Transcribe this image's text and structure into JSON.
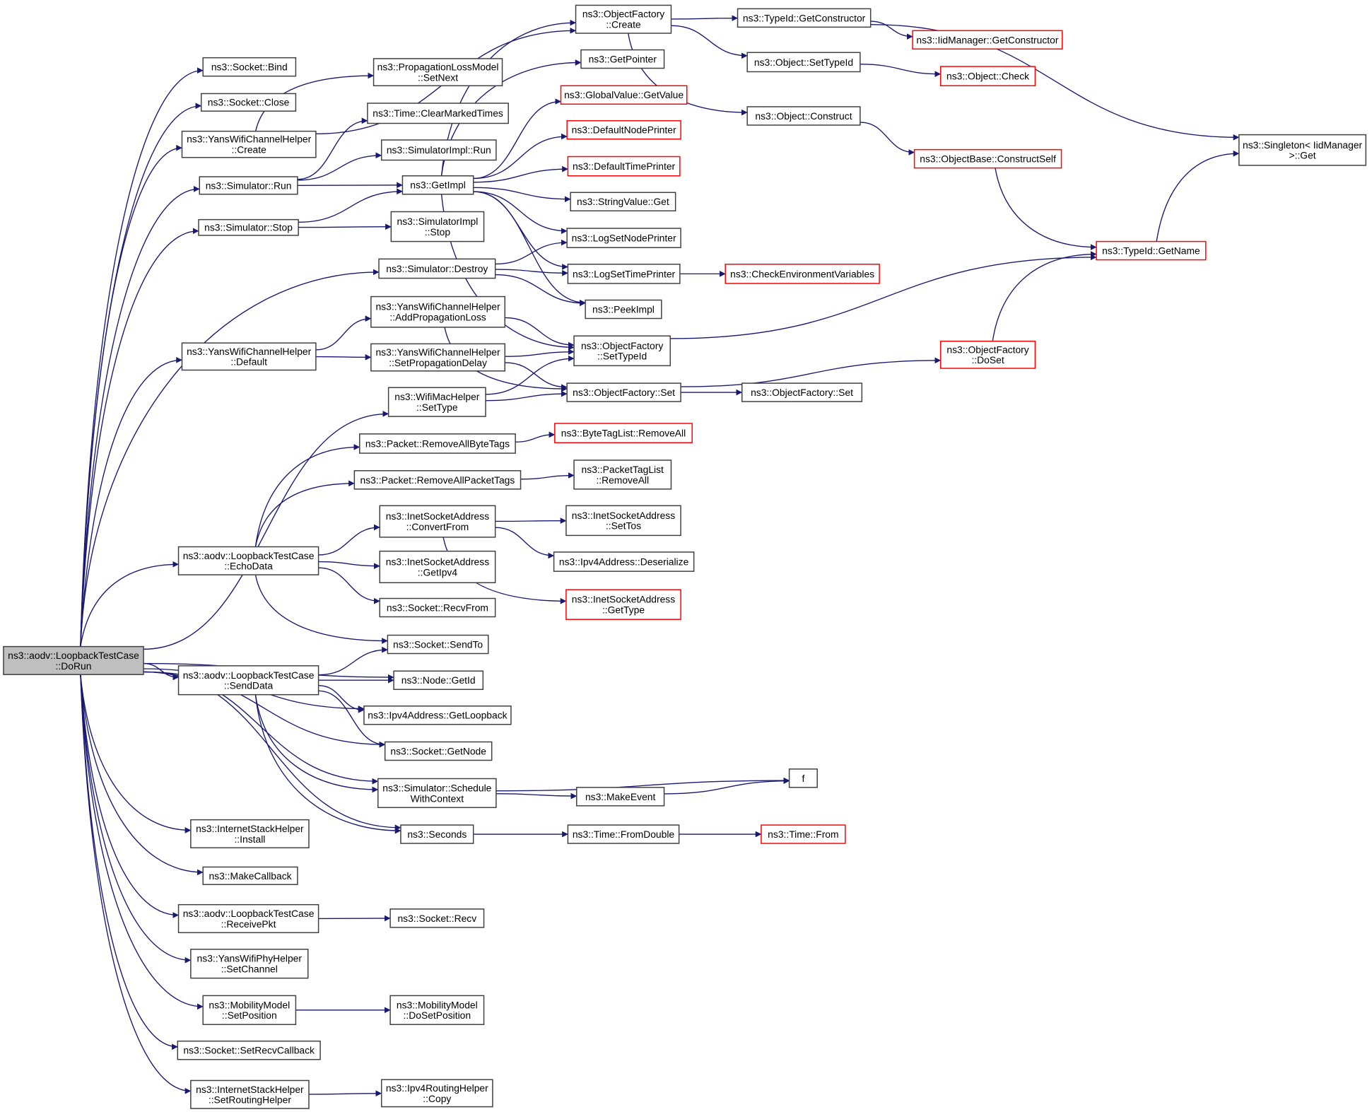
{
  "diagram": {
    "title": "Call graph of ns3::aodv::LoopbackTestCase::DoRun",
    "colors": {
      "background": "#ffffff",
      "edge": "#191970",
      "node_border": "#404040",
      "node_border_truncated": "#ff0000",
      "node_fill": "#ffffff",
      "root_fill": "#bfbfbf"
    },
    "nodes": [
      {
        "id": "dorun",
        "lines": [
          "ns3::aodv::LoopbackTestCase",
          "::DoRun"
        ],
        "root": true
      },
      {
        "id": "socket_bind",
        "lines": [
          "ns3::Socket::Bind"
        ]
      },
      {
        "id": "socket_close",
        "lines": [
          "ns3::Socket::Close"
        ]
      },
      {
        "id": "ywch_create",
        "lines": [
          "ns3::YansWifiChannelHelper",
          "::Create"
        ]
      },
      {
        "id": "sim_run",
        "lines": [
          "ns3::Simulator::Run"
        ]
      },
      {
        "id": "sim_stop",
        "lines": [
          "ns3::Simulator::Stop"
        ]
      },
      {
        "id": "sim_destroy",
        "lines": [
          "ns3::Simulator::Destroy"
        ]
      },
      {
        "id": "ywch_default",
        "lines": [
          "ns3::YansWifiChannelHelper",
          "::Default"
        ]
      },
      {
        "id": "wmh_settype",
        "lines": [
          "ns3::WifiMacHelper",
          "::SetType"
        ]
      },
      {
        "id": "pkt_rmbyte",
        "lines": [
          "ns3::Packet::RemoveAllByteTags"
        ]
      },
      {
        "id": "pkt_rmpkt",
        "lines": [
          "ns3::Packet::RemoveAllPacketTags"
        ]
      },
      {
        "id": "isa_convert",
        "lines": [
          "ns3::InetSocketAddress",
          "::ConvertFrom"
        ]
      },
      {
        "id": "echodata",
        "lines": [
          "ns3::aodv::LoopbackTestCase",
          "::EchoData"
        ]
      },
      {
        "id": "isa_getipv4",
        "lines": [
          "ns3::InetSocketAddress",
          "::GetIpv4"
        ]
      },
      {
        "id": "sock_recvfrom",
        "lines": [
          "ns3::Socket::RecvFrom"
        ]
      },
      {
        "id": "sock_sendto",
        "lines": [
          "ns3::Socket::SendTo"
        ]
      },
      {
        "id": "node_getid",
        "lines": [
          "ns3::Node::GetId"
        ]
      },
      {
        "id": "senddata",
        "lines": [
          "ns3::aodv::LoopbackTestCase",
          "::SendData"
        ]
      },
      {
        "id": "ipv4_loopback",
        "lines": [
          "ns3::Ipv4Address::GetLoopback"
        ]
      },
      {
        "id": "sock_getnode",
        "lines": [
          "ns3::Socket::GetNode"
        ]
      },
      {
        "id": "sim_schedctx",
        "lines": [
          "ns3::Simulator::Schedule",
          "WithContext"
        ]
      },
      {
        "id": "seconds",
        "lines": [
          "ns3::Seconds"
        ]
      },
      {
        "id": "ish_install",
        "lines": [
          "ns3::InternetStackHelper",
          "::Install"
        ]
      },
      {
        "id": "makecallback",
        "lines": [
          "ns3::MakeCallback"
        ]
      },
      {
        "id": "receivepkt",
        "lines": [
          "ns3::aodv::LoopbackTestCase",
          "::ReceivePkt"
        ]
      },
      {
        "id": "ywph_setchannel",
        "lines": [
          "ns3::YansWifiPhyHelper",
          "::SetChannel"
        ]
      },
      {
        "id": "mm_setpos",
        "lines": [
          "ns3::MobilityModel",
          "::SetPosition"
        ]
      },
      {
        "id": "sock_setrecvcb",
        "lines": [
          "ns3::Socket::SetRecvCallback"
        ]
      },
      {
        "id": "ish_setrouting",
        "lines": [
          "ns3::InternetStackHelper",
          "::SetRoutingHelper"
        ]
      },
      {
        "id": "irh_copy",
        "lines": [
          "ns3::Ipv4RoutingHelper",
          "::Copy"
        ]
      },
      {
        "id": "plm_setnext",
        "lines": [
          "ns3::PropagationLossModel",
          "::SetNext"
        ]
      },
      {
        "id": "time_clearmarked",
        "lines": [
          "ns3::Time::ClearMarkedTimes"
        ]
      },
      {
        "id": "simimpl_run",
        "lines": [
          "ns3::SimulatorImpl::Run"
        ]
      },
      {
        "id": "getimpl",
        "lines": [
          "ns3::GetImpl"
        ]
      },
      {
        "id": "simimpl_stop",
        "lines": [
          "ns3::SimulatorImpl",
          "::Stop"
        ]
      },
      {
        "id": "ywch_addprop",
        "lines": [
          "ns3::YansWifiChannelHelper",
          "::AddPropagationLoss"
        ]
      },
      {
        "id": "ywch_setpropdelay",
        "lines": [
          "ns3::YansWifiChannelHelper",
          "::SetPropagationDelay"
        ]
      },
      {
        "id": "of_create",
        "lines": [
          "ns3::ObjectFactory",
          "::Create"
        ]
      },
      {
        "id": "getpointer",
        "lines": [
          "ns3::GetPointer"
        ]
      },
      {
        "id": "gv_getvalue",
        "lines": [
          "ns3::GlobalValue::GetValue"
        ],
        "truncated": true
      },
      {
        "id": "defnodeprinter",
        "lines": [
          "ns3::DefaultNodePrinter"
        ],
        "truncated": true
      },
      {
        "id": "deftimeprinter",
        "lines": [
          "ns3::DefaultTimePrinter"
        ],
        "truncated": true
      },
      {
        "id": "strval_get",
        "lines": [
          "ns3::StringValue::Get"
        ]
      },
      {
        "id": "logsetnode",
        "lines": [
          "ns3::LogSetNodePrinter"
        ]
      },
      {
        "id": "logsettime",
        "lines": [
          "ns3::LogSetTimePrinter"
        ]
      },
      {
        "id": "peekimpl",
        "lines": [
          "ns3::PeekImpl"
        ]
      },
      {
        "id": "of_settypeid",
        "lines": [
          "ns3::ObjectFactory",
          "::SetTypeId"
        ]
      },
      {
        "id": "of_set",
        "lines": [
          "ns3::ObjectFactory::Set"
        ]
      },
      {
        "id": "btl_removeall",
        "lines": [
          "ns3::ByteTagList::RemoveAll"
        ],
        "truncated": true
      },
      {
        "id": "ptl_removeall",
        "lines": [
          "ns3::PacketTagList",
          "::RemoveAll"
        ]
      },
      {
        "id": "isa_settos",
        "lines": [
          "ns3::InetSocketAddress",
          "::SetTos"
        ]
      },
      {
        "id": "ipv4_deserialize",
        "lines": [
          "ns3::Ipv4Address::Deserialize"
        ]
      },
      {
        "id": "isa_gettype",
        "lines": [
          "ns3::InetSocketAddress",
          "::GetType"
        ],
        "truncated": true
      },
      {
        "id": "makeevent",
        "lines": [
          "ns3::MakeEvent"
        ]
      },
      {
        "id": "time_fromdouble",
        "lines": [
          "ns3::Time::FromDouble"
        ]
      },
      {
        "id": "f",
        "lines": [
          "f"
        ]
      },
      {
        "id": "time_from",
        "lines": [
          "ns3::Time::From"
        ],
        "truncated": true
      },
      {
        "id": "typeid_getctor",
        "lines": [
          "ns3::TypeId::GetConstructor"
        ]
      },
      {
        "id": "iid_getctor",
        "lines": [
          "ns3::IidManager::GetConstructor"
        ],
        "truncated": true
      },
      {
        "id": "obj_settypeid",
        "lines": [
          "ns3::Object::SetTypeId"
        ]
      },
      {
        "id": "obj_check",
        "lines": [
          "ns3::Object::Check"
        ],
        "truncated": true
      },
      {
        "id": "obj_construct",
        "lines": [
          "ns3::Object::Construct"
        ]
      },
      {
        "id": "ob_constructself",
        "lines": [
          "ns3::ObjectBase::ConstructSelf"
        ],
        "truncated": true
      },
      {
        "id": "checkenv",
        "lines": [
          "ns3::CheckEnvironmentVariables"
        ],
        "truncated": true
      },
      {
        "id": "of_doset",
        "lines": [
          "ns3::ObjectFactory",
          "::DoSet"
        ],
        "truncated": true
      },
      {
        "id": "of_set2",
        "lines": [
          "ns3::ObjectFactory::Set"
        ]
      },
      {
        "id": "typeid_getname",
        "lines": [
          "ns3::TypeId::GetName"
        ],
        "truncated": true
      },
      {
        "id": "singleton_get",
        "lines": [
          "ns3::Singleton< IidManager",
          ">::Get"
        ]
      }
    ],
    "edges": [
      [
        "dorun",
        "socket_bind"
      ],
      [
        "dorun",
        "socket_close"
      ],
      [
        "dorun",
        "ywch_create"
      ],
      [
        "dorun",
        "sim_run"
      ],
      [
        "dorun",
        "sim_stop"
      ],
      [
        "dorun",
        "sim_destroy"
      ],
      [
        "dorun",
        "ywch_default"
      ],
      [
        "dorun",
        "wmh_settype"
      ],
      [
        "dorun",
        "echodata"
      ],
      [
        "dorun",
        "senddata"
      ],
      [
        "dorun",
        "node_getid"
      ],
      [
        "dorun",
        "ipv4_loopback"
      ],
      [
        "dorun",
        "sock_getnode"
      ],
      [
        "dorun",
        "sim_schedctx"
      ],
      [
        "dorun",
        "seconds"
      ],
      [
        "dorun",
        "ish_install"
      ],
      [
        "dorun",
        "makecallback"
      ],
      [
        "dorun",
        "receivepkt"
      ],
      [
        "dorun",
        "ywph_setchannel"
      ],
      [
        "dorun",
        "mm_setpos"
      ],
      [
        "dorun",
        "sock_setrecvcb"
      ],
      [
        "dorun",
        "ish_setrouting"
      ],
      [
        "ywch_create",
        "of_create"
      ],
      [
        "ywch_create",
        "plm_setnext"
      ],
      [
        "sim_run",
        "time_clearmarked"
      ],
      [
        "sim_run",
        "simimpl_run"
      ],
      [
        "sim_run",
        "getimpl"
      ],
      [
        "sim_stop",
        "getimpl"
      ],
      [
        "sim_stop",
        "simimpl_stop"
      ],
      [
        "sim_destroy",
        "logsetnode"
      ],
      [
        "sim_destroy",
        "logsettime"
      ],
      [
        "sim_destroy",
        "peekimpl"
      ],
      [
        "getimpl",
        "of_create"
      ],
      [
        "getimpl",
        "getpointer"
      ],
      [
        "getimpl",
        "gv_getvalue"
      ],
      [
        "getimpl",
        "defnodeprinter"
      ],
      [
        "getimpl",
        "deftimeprinter"
      ],
      [
        "getimpl",
        "strval_get"
      ],
      [
        "getimpl",
        "logsetnode"
      ],
      [
        "getimpl",
        "logsettime"
      ],
      [
        "getimpl",
        "peekimpl"
      ],
      [
        "getimpl",
        "of_settypeid"
      ],
      [
        "ywch_default",
        "ywch_addprop"
      ],
      [
        "ywch_default",
        "ywch_setpropdelay"
      ],
      [
        "ywch_addprop",
        "of_settypeid"
      ],
      [
        "ywch_addprop",
        "of_set"
      ],
      [
        "ywch_setpropdelay",
        "of_settypeid"
      ],
      [
        "ywch_setpropdelay",
        "of_set"
      ],
      [
        "wmh_settype",
        "of_settypeid"
      ],
      [
        "wmh_settype",
        "of_set"
      ],
      [
        "echodata",
        "pkt_rmbyte"
      ],
      [
        "echodata",
        "pkt_rmpkt"
      ],
      [
        "echodata",
        "isa_convert"
      ],
      [
        "echodata",
        "isa_getipv4"
      ],
      [
        "echodata",
        "sock_recvfrom"
      ],
      [
        "echodata",
        "sock_sendto"
      ],
      [
        "pkt_rmbyte",
        "btl_removeall"
      ],
      [
        "pkt_rmpkt",
        "ptl_removeall"
      ],
      [
        "isa_convert",
        "isa_settos"
      ],
      [
        "isa_convert",
        "ipv4_deserialize"
      ],
      [
        "isa_convert",
        "isa_gettype"
      ],
      [
        "senddata",
        "sock_sendto"
      ],
      [
        "senddata",
        "node_getid"
      ],
      [
        "senddata",
        "ipv4_loopback"
      ],
      [
        "senddata",
        "sock_getnode"
      ],
      [
        "senddata",
        "sim_schedctx"
      ],
      [
        "senddata",
        "seconds"
      ],
      [
        "sim_schedctx",
        "f"
      ],
      [
        "sim_schedctx",
        "makeevent"
      ],
      [
        "makeevent",
        "f"
      ],
      [
        "seconds",
        "time_fromdouble"
      ],
      [
        "time_fromdouble",
        "time_from"
      ],
      [
        "receivepkt",
        "sock_recv"
      ],
      [
        "mm_setpos",
        "mm_dosetpos"
      ],
      [
        "ish_setrouting",
        "irh_copy"
      ],
      [
        "of_create",
        "typeid_getctor"
      ],
      [
        "of_create",
        "obj_settypeid"
      ],
      [
        "of_create",
        "obj_construct"
      ],
      [
        "typeid_getctor",
        "iid_getctor"
      ],
      [
        "typeid_getctor",
        "singleton_get"
      ],
      [
        "obj_settypeid",
        "obj_check"
      ],
      [
        "obj_construct",
        "ob_constructself"
      ],
      [
        "ob_constructself",
        "typeid_getname"
      ],
      [
        "logsettime",
        "checkenv"
      ],
      [
        "of_settypeid",
        "typeid_getname"
      ],
      [
        "of_set",
        "of_doset"
      ],
      [
        "of_set",
        "of_set2"
      ],
      [
        "of_doset",
        "typeid_getname"
      ],
      [
        "typeid_getname",
        "singleton_get"
      ]
    ],
    "extra_nodes": [
      {
        "id": "sock_recv",
        "lines": [
          "ns3::Socket::Recv"
        ]
      },
      {
        "id": "mm_dosetpos",
        "lines": [
          "ns3::MobilityModel",
          "::DoSetPosition"
        ]
      }
    ]
  }
}
